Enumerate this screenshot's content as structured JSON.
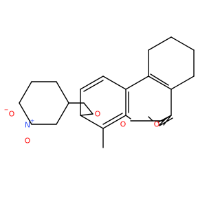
{
  "molecule": {
    "atoms": [
      {
        "id": "ring_oxygen",
        "symbol": "O",
        "color": "#ff0d0d"
      },
      {
        "id": "carbonyl_oxygen",
        "symbol": "O",
        "color": "#ff0d0d"
      },
      {
        "id": "ether_oxygen",
        "symbol": "O",
        "color": "#ff0d0d"
      },
      {
        "id": "nitro_nitrogen",
        "symbol": "N",
        "charge": "+",
        "color": "#3050f8"
      },
      {
        "id": "nitro_oxygen_anion",
        "symbol": "O",
        "charge": "−",
        "color": "#ff0d0d"
      },
      {
        "id": "nitro_oxygen_double",
        "symbol": "O",
        "color": "#ff0d0d"
      }
    ],
    "bond_color": "#000000",
    "background": "#ffffff"
  }
}
